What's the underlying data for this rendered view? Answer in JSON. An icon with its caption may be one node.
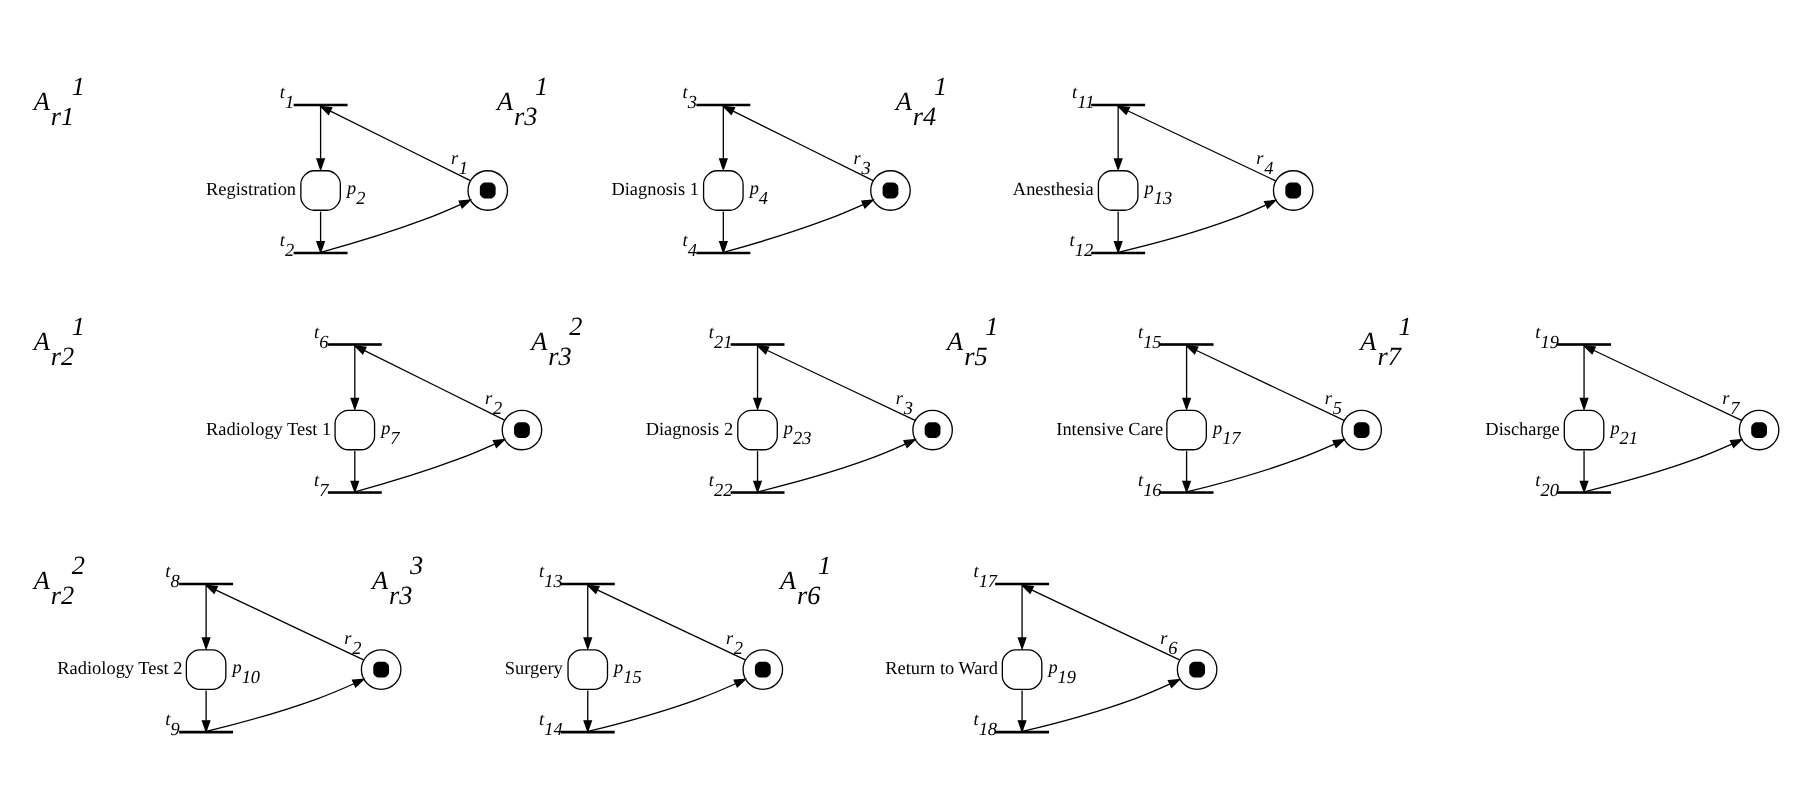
{
  "diagram": {
    "nodes": [
      {
        "text": [
          "r$_{1}$"
        ]
      },
      {
        "text": [
          "t$_{1}$"
        ]
      },
      {
        "text": [
          "p$_{2}$"
        ],
        "beside": [
          "Registration"
        ]
      },
      {
        "text": [
          "t$_{2}$"
        ]
      },
      {
        "text": [
          "r$_{3}$"
        ]
      },
      {
        "text": [
          "t$_{3}$"
        ]
      },
      {
        "text": [
          "p$_{4}$"
        ],
        "beside": [
          "Diagnosis 1"
        ]
      },
      {
        "text": [
          "t$_{4}$"
        ]
      },
      {
        "text": [
          "r$_{4}$"
        ]
      },
      {
        "text": [
          "t$_{11}$"
        ]
      },
      {
        "text": [
          "p$_{13}$"
        ],
        "beside": [
          "Anesthesia"
        ]
      },
      {
        "text": [
          "t$_{12}$"
        ]
      },
      {
        "text": [
          "r$_{2}$"
        ]
      },
      {
        "text": [
          "t$_{6}$"
        ]
      },
      {
        "text": [
          "p$_{7}$"
        ],
        "beside": [
          "Radiology Test 1"
        ]
      },
      {
        "text": [
          "t$_{7}$"
        ]
      },
      {
        "text": [
          "r$_{3}$"
        ]
      },
      {
        "text": [
          "t$_{21}$"
        ]
      },
      {
        "text": [
          "p$_{23}$"
        ],
        "beside": [
          "Diagnosis 2"
        ]
      },
      {
        "text": [
          "t$_{22}$"
        ]
      },
      {
        "text": [
          "r$_{5}$"
        ]
      },
      {
        "text": [
          "t$_{15}$"
        ]
      },
      {
        "text": [
          "p$_{17}$"
        ],
        "beside": [
          "Intensive Care"
        ]
      },
      {
        "text": [
          "t$_{16}$"
        ]
      },
      {
        "text": [
          "r$_{7}$"
        ]
      },
      {
        "text": [
          "t$_{19}$"
        ]
      },
      {
        "text": [
          "p$_{21}$"
        ],
        "beside": [
          "Discharge"
        ]
      },
      {
        "text": [
          "t$_{20}$"
        ]
      },
      {
        "text": [
          "r$_{2}$"
        ]
      },
      {
        "text": [
          "t$_{8}$"
        ]
      },
      {
        "text": [
          "p$_{10}$"
        ],
        "beside": [
          "Radiology Test 2"
        ]
      },
      {
        "text": [
          "t$_{9}$"
        ]
      },
      {
        "text": [
          "r$_{2}$"
        ]
      },
      {
        "text": [
          "t$_{13}$"
        ]
      },
      {
        "text": [
          "p$_{15}$"
        ],
        "beside": [
          "Surgery"
        ]
      },
      {
        "text": [
          "t$_{14}$"
        ]
      },
      {
        "text": [
          "r$_{6}$"
        ]
      },
      {
        "text": [
          "t$_{17}$"
        ]
      },
      {
        "text": [
          "p$_{19}$"
        ],
        "beside": [
          "Return to Ward"
        ]
      },
      {
        "text": [
          "t$_{18}$"
        ]
      }
    ],
    "edges": [
      {
        "from": 0,
        "to": 1,
        "arrow": "to"
      },
      {
        "from": 1,
        "to": 2,
        "arrow": "to"
      },
      {
        "from": 2,
        "to": 3,
        "arrow": "to"
      },
      {
        "from": 3,
        "to": 0,
        "arrow": "to"
      },
      {
        "from": 4,
        "to": 5,
        "arrow": "to"
      },
      {
        "from": 5,
        "to": 6,
        "arrow": "to"
      },
      {
        "from": 6,
        "to": 7,
        "arrow": "to"
      },
      {
        "from": 7,
        "to": 4,
        "arrow": "to"
      },
      {
        "from": 8,
        "to": 9,
        "arrow": "to"
      },
      {
        "from": 9,
        "to": 10,
        "arrow": "to"
      },
      {
        "from": 10,
        "to": 11,
        "arrow": "to"
      },
      {
        "from": 11,
        "to": 8,
        "arrow": "to"
      },
      {
        "from": 12,
        "to": 13,
        "arrow": "to"
      },
      {
        "from": 13,
        "to": 14,
        "arrow": "to"
      },
      {
        "from": 14,
        "to": 15,
        "arrow": "to"
      },
      {
        "from": 15,
        "to": 12,
        "arrow": "to"
      },
      {
        "from": 16,
        "to": 17,
        "arrow": "to"
      },
      {
        "from": 17,
        "to": 18,
        "arrow": "to"
      },
      {
        "from": 18,
        "to": 19,
        "arrow": "to"
      },
      {
        "from": 19,
        "to": 16,
        "arrow": "to"
      },
      {
        "from": 20,
        "to": 21,
        "arrow": "to"
      },
      {
        "from": 21,
        "to": 22,
        "arrow": "to"
      },
      {
        "from": 22,
        "to": 23,
        "arrow": "to"
      },
      {
        "from": 23,
        "to": 20,
        "arrow": "to"
      },
      {
        "from": 24,
        "to": 25,
        "arrow": "to"
      },
      {
        "from": 25,
        "to": 26,
        "arrow": "to"
      },
      {
        "from": 26,
        "to": 27,
        "arrow": "to"
      },
      {
        "from": 27,
        "to": 24,
        "arrow": "to"
      },
      {
        "from": 28,
        "to": 29,
        "arrow": "to"
      },
      {
        "from": 29,
        "to": 30,
        "arrow": "to"
      },
      {
        "from": 30,
        "to": 31,
        "arrow": "to"
      },
      {
        "from": 31,
        "to": 28,
        "arrow": "to"
      },
      {
        "from": 32,
        "to": 33,
        "arrow": "to"
      },
      {
        "from": 33,
        "to": 34,
        "arrow": "to"
      },
      {
        "from": 34,
        "to": 35,
        "arrow": "to"
      },
      {
        "from": 35,
        "to": 32,
        "arrow": "to"
      },
      {
        "from": 36,
        "to": 37,
        "arrow": "to"
      },
      {
        "from": 37,
        "to": 38,
        "arrow": "to"
      },
      {
        "from": 38,
        "to": 39,
        "arrow": "to"
      },
      {
        "from": 39,
        "to": 36,
        "arrow": "to"
      }
    ],
    "labels": [
      "A$_{r1}$$^{1}$",
      "A$_{r3}$$^{1}$",
      "A$_{r4}$$^{1}$",
      "A$_{r2}$$^{1}$",
      "A$_{r3}$$^{2}$",
      "A$_{r5}$$^{1}$",
      "A$_{r7}$$^{1}$",
      "A$_{r2}$$^{2}$",
      "A$_{r3}$$^{3}$",
      "A$_{r6}$$^{1}$"
    ]
  }
}
